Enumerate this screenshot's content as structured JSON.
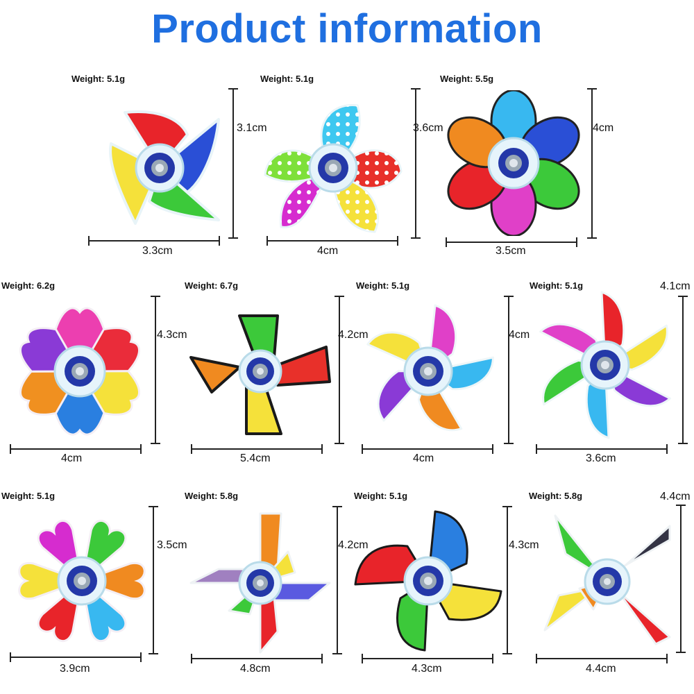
{
  "title": "Product information",
  "products": [
    {
      "weight": "Weight: 5.1g",
      "width": "3.3cm",
      "height": "3.1cm",
      "shape": "pinwheel-4-blade",
      "colors": [
        "#e8242a",
        "#2a4fd6",
        "#3cc93a",
        "#f5e13a"
      ]
    },
    {
      "weight": "Weight: 5.1g",
      "width": "4cm",
      "height": "3.6cm",
      "shape": "polka-dot-flower",
      "colors": [
        "#3ec8f0",
        "#e8302a",
        "#f5e13a",
        "#d62ccf",
        "#7ee03a"
      ]
    },
    {
      "weight": "Weight: 5.5g",
      "width": "3.5cm",
      "height": "4cm",
      "shape": "six-petal-flower",
      "colors": [
        "#38b8f0",
        "#2a4fd6",
        "#3cc93a",
        "#e040c8",
        "#e8242a",
        "#f08a20"
      ]
    },
    {
      "weight": "Weight: 6.2g",
      "width": "4cm",
      "height": "4.3cm",
      "shape": "cherry-blossom",
      "colors": [
        "#ec3fb0",
        "#ea2c3a",
        "#f5e13a",
        "#2a7fe0",
        "#f09020",
        "#8a3ad6"
      ]
    },
    {
      "weight": "Weight: 6.7g",
      "width": "5.4cm",
      "height": "4.2cm",
      "shape": "pinwheel-outlined",
      "colors": [
        "#3cc93a",
        "#e8302a",
        "#f5e13a",
        "#f08a20"
      ]
    },
    {
      "weight": "Weight: 5.1g",
      "width": "4cm",
      "height": "4cm",
      "shape": "pinwheel-5-blade",
      "colors": [
        "#e040c8",
        "#38b8f0",
        "#f08a20",
        "#8a3ad6",
        "#f5e13a"
      ]
    },
    {
      "weight": "Weight: 5.1g",
      "width": "3.6cm",
      "height": "4.1cm",
      "shape": "pinwheel-6-blade",
      "colors": [
        "#e8242a",
        "#f5e13a",
        "#8a3ad6",
        "#38b8f0",
        "#3cc93a",
        "#e040c8"
      ]
    },
    {
      "weight": "Weight: 5.1g",
      "width": "3.9cm",
      "height": "3.5cm",
      "shape": "heart-petal-flower",
      "colors": [
        "#3cc93a",
        "#f08a20",
        "#38b8f0",
        "#e8242a",
        "#f5e13a",
        "#d62ccf"
      ]
    },
    {
      "weight": "Weight: 5.8g",
      "width": "4.8cm",
      "height": "4.2cm",
      "shape": "pinwheel-glitter",
      "colors": [
        "#f08a20",
        "#5a5ae0",
        "#e8242a",
        "#a080c0"
      ]
    },
    {
      "weight": "Weight: 5.1g",
      "width": "4.3cm",
      "height": "4.3cm",
      "shape": "pinwheel-curved",
      "colors": [
        "#2a7fe0",
        "#f5e13a",
        "#3cc93a",
        "#e8242a"
      ]
    },
    {
      "weight": "Weight: 5.8g",
      "width": "4.4cm",
      "height": "4.4cm",
      "shape": "pinwheel-sparkle",
      "colors": [
        "#333344",
        "#e8242a",
        "#f5e13a",
        "#3cc93a"
      ]
    }
  ]
}
